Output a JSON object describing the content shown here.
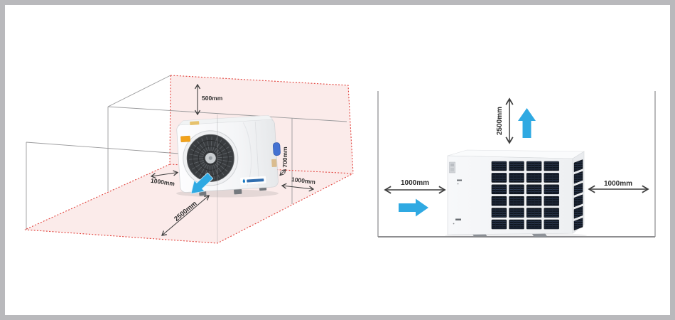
{
  "figure": {
    "description": "Heat pump installation clearance diagrams",
    "left_diagram": {
      "type": "3d-clearance-view",
      "labels": {
        "top": "500mm",
        "height": "700mm",
        "left": "1000mm",
        "right": "1000mm",
        "front": "2500mm"
      },
      "icons": {
        "airflow_out": "airflow-arrow-down-left"
      }
    },
    "right_diagram": {
      "type": "side-clearance-view",
      "labels": {
        "top": "2500mm",
        "left": "1000mm",
        "right": "1000mm"
      },
      "icons": {
        "airflow_up": "airflow-arrow-up",
        "airflow_in": "airflow-arrow-right"
      },
      "unit": {
        "vent_rows": 6,
        "vent_cols": 4,
        "side_vent_rows": 6
      }
    },
    "colors": {
      "airflow_blue": "#2FA9E2",
      "zone_pink": "#FBE9E8",
      "dash_red": "#E2423C",
      "dimension_dark": "#3F3F3F",
      "frame_gray": "#9B9B9D",
      "page_border": "#B9B9BC"
    }
  }
}
